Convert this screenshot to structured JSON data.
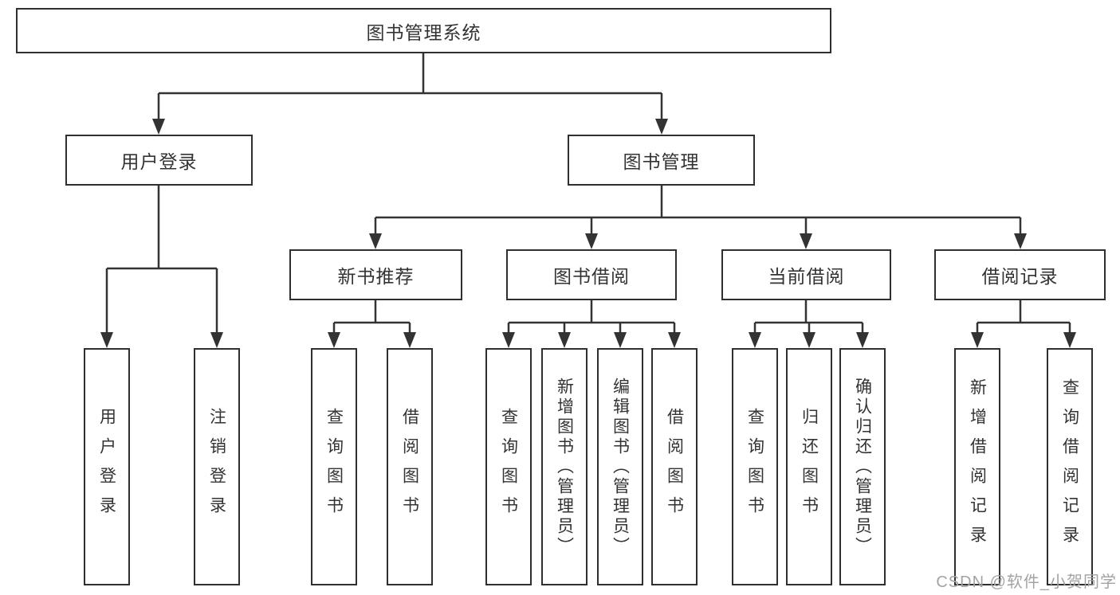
{
  "diagram": {
    "root": {
      "label": "图书管理系统"
    },
    "branches": [
      {
        "label": "用户登录",
        "children": [
          "用户登录",
          "注销登录"
        ]
      },
      {
        "label": "图书管理",
        "sections": [
          {
            "label": "新书推荐",
            "children": [
              "查询图书",
              "借阅图书"
            ]
          },
          {
            "label": "图书借阅",
            "children": [
              "查询图书",
              "新增图书（管理员）",
              "编辑图书（管理员）",
              "借阅图书"
            ]
          },
          {
            "label": "当前借阅",
            "children": [
              "查询图书",
              "归还图书",
              "确认归还（管理员）"
            ]
          },
          {
            "label": "借阅记录",
            "children": [
              "新增借阅记录",
              "查询借阅记录"
            ]
          }
        ]
      }
    ]
  },
  "watermark": {
    "text": "CSDN @软件_小贺同学",
    "color": "#a3a3a3"
  },
  "colors": {
    "line": "#333333",
    "box_border": "#2f2f2f",
    "box_fill": "#ffffff",
    "text": "#333333",
    "background": "#ffffff"
  }
}
